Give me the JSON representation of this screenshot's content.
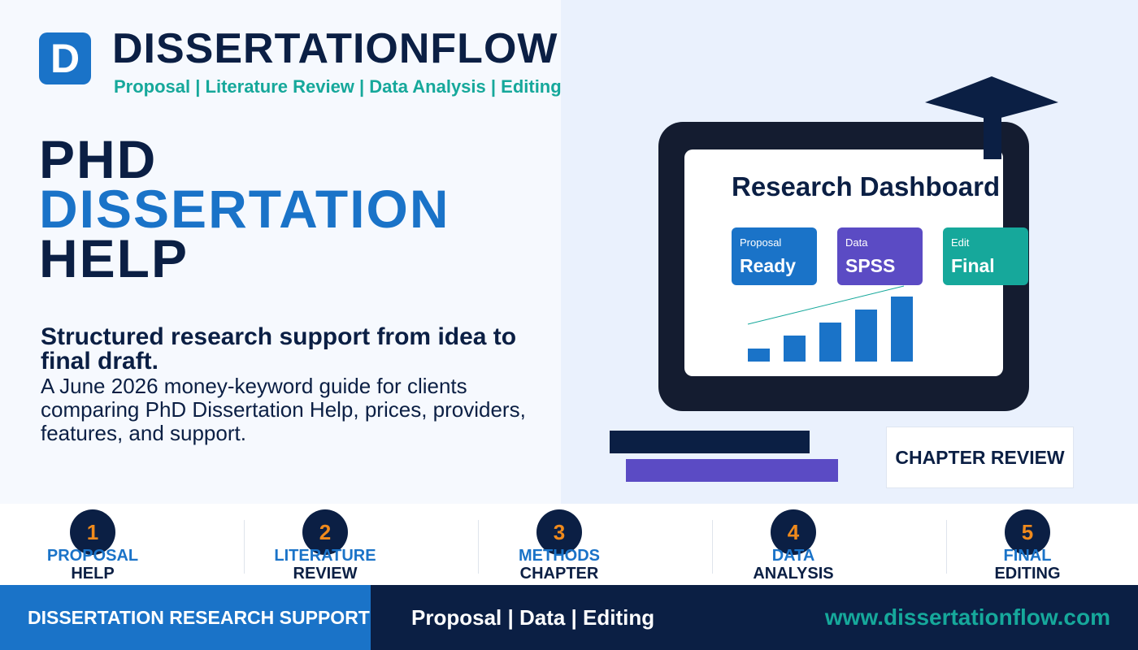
{
  "brand": {
    "logo_letter": "D",
    "name": "DISSERTATIONFLOW",
    "tagline": "Proposal | Literature Review | Data Analysis | Editing"
  },
  "headline": {
    "line1": "PHD",
    "line2": "DISSERTATION",
    "line3": "HELP"
  },
  "subhead": "Structured research support from idea to final draft.",
  "description": "A June 2026 money-keyword guide for clients comparing PhD Dissertation Help, prices, providers, features, and support.",
  "dashboard": {
    "title": "Research Dashboard",
    "cards": [
      {
        "small": "Proposal",
        "big": "Ready"
      },
      {
        "small": "Data",
        "big": "SPSS"
      },
      {
        "small": "Edit",
        "big": "Final"
      }
    ]
  },
  "chart_data": {
    "type": "bar",
    "values": [
      1,
      2,
      3,
      4,
      5
    ]
  },
  "chapter_review": "CHAPTER REVIEW",
  "steps": [
    {
      "num": "1",
      "line1": "PROPOSAL",
      "line2": "HELP"
    },
    {
      "num": "2",
      "line1": "LITERATURE",
      "line2": "REVIEW"
    },
    {
      "num": "3",
      "line1": "METHODS",
      "line2": "CHAPTER"
    },
    {
      "num": "4",
      "line1": "DATA",
      "line2": "ANALYSIS"
    },
    {
      "num": "5",
      "line1": "FINAL",
      "line2": "EDITING"
    }
  ],
  "footer": {
    "left": "DISSERTATION RESEARCH SUPPORT",
    "mid": "Proposal | Data | Editing",
    "url": "www.dissertationflow.com"
  },
  "colors": {
    "navy": "#0b1f44",
    "blue": "#1a73c8",
    "teal": "#16a89b",
    "purple": "#5b4bc4",
    "orange": "#f08a1c"
  }
}
